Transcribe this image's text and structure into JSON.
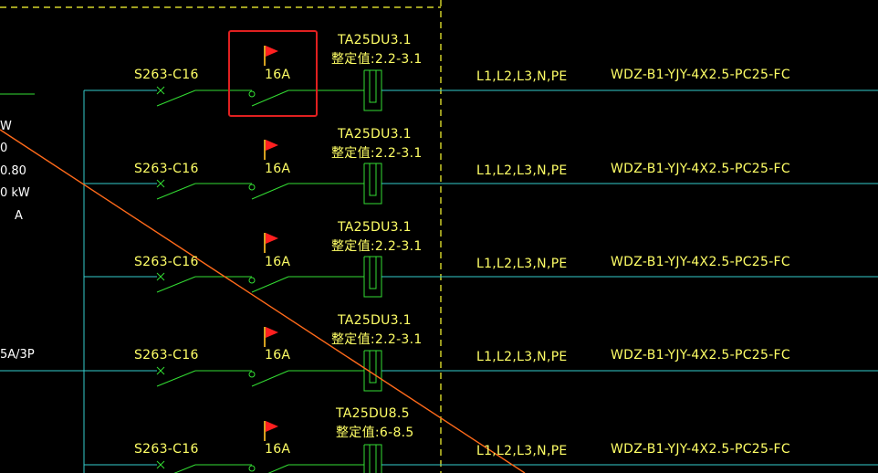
{
  "rows": [
    {
      "breaker": "S263-C16",
      "rating": "16A",
      "rcd_model": "TA25DU3.1",
      "setting": "整定值:2.2-3.1",
      "phases": "L1,L2,L3,N,PE",
      "cable": "WDZ-B1-YJY-4X2.5-PC25-FC"
    },
    {
      "breaker": "S263-C16",
      "rating": "16A",
      "rcd_model": "TA25DU3.1",
      "setting": "整定值:2.2-3.1",
      "phases": "L1,L2,L3,N,PE",
      "cable": "WDZ-B1-YJY-4X2.5-PC25-FC"
    },
    {
      "breaker": "S263-C16",
      "rating": "16A",
      "rcd_model": "TA25DU3.1",
      "setting": "整定值:2.2-3.1",
      "phases": "L1,L2,L3,N,PE",
      "cable": "WDZ-B1-YJY-4X2.5-PC25-FC"
    },
    {
      "breaker": "S263-C16",
      "rating": "16A",
      "rcd_model": "TA25DU3.1",
      "setting": "整定值:2.2-3.1",
      "phases": "L1,L2,L3,N,PE",
      "cable": "WDZ-B1-YJY-4X2.5-PC25-FC"
    },
    {
      "breaker": "S263-C16",
      "rating": "16A",
      "rcd_model": "TA25DU8.5",
      "setting": "整定值:6-8.5",
      "phases": "L1,L2,L3,N,PE",
      "cable": "WDZ-B1-YJY-4X2.5-PC25-FC"
    }
  ],
  "left_panel": {
    "line1": "W",
    "line2": "0",
    "line3": "0.80",
    "line4": "0   kW",
    "line5": "A",
    "line6": "5A/3P"
  },
  "colors": {
    "background": "#000000",
    "bus": "#33cccc",
    "switch": "#33dd33",
    "text": "#ffff66",
    "flag": "#ff2020",
    "highlight": "#e02020",
    "diagonal": "#ff6a1a",
    "dashed": "#ffff33"
  },
  "icons": [
    "flag-icon",
    "breaker-switch-icon",
    "overload-relay-icon"
  ]
}
